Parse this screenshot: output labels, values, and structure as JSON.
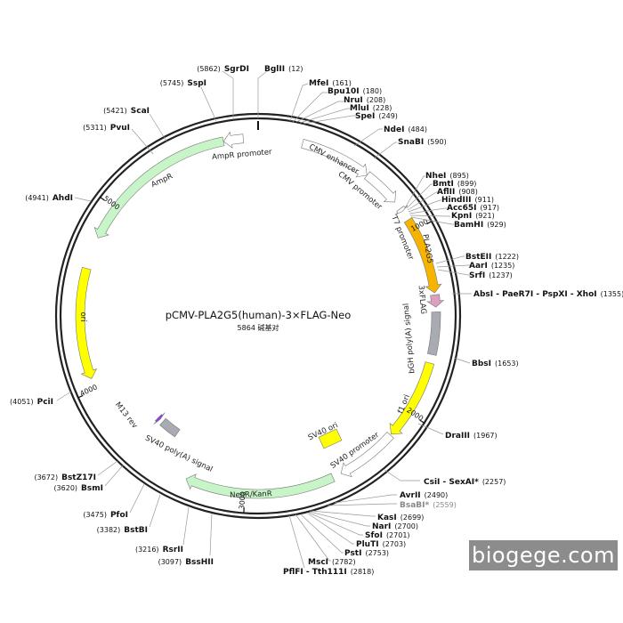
{
  "plasmid": {
    "name": "pCMV-PLA2G5(human)-3×FLAG-Neo",
    "size_text": "5864 碱基对",
    "length": 5864
  },
  "watermark": "biogege.com",
  "ticks": [
    "1000",
    "2000",
    "3000",
    "4000",
    "5000"
  ],
  "features": [
    {
      "name": "CMV enhancer",
      "start": 235,
      "end": 614,
      "dir": "fwd",
      "color": "#ffffff"
    },
    {
      "name": "CMV promoter",
      "start": 615,
      "end": 818,
      "dir": "fwd",
      "color": "#ffffff"
    },
    {
      "name": "T7 promoter",
      "start": 863,
      "end": 881,
      "dir": "fwd",
      "color": "#ffffff"
    },
    {
      "name": "PLA2G5",
      "start": 935,
      "end": 1345,
      "dir": "fwd",
      "color": "#f6b400"
    },
    {
      "name": "3xFLAG",
      "start": 1355,
      "end": 1420,
      "dir": "fwd",
      "color": "#d9a0c0"
    },
    {
      "name": "bGH poly(A) signal",
      "start": 1445,
      "end": 1670,
      "dir": "none",
      "color": "#a8acb2"
    },
    {
      "name": "f1 ori",
      "start": 1716,
      "end": 2144,
      "dir": "fwd",
      "color": "#ffff00"
    },
    {
      "name": "SV40 promoter",
      "start": 2150,
      "end": 2480,
      "dir": "fwd",
      "color": "#ffffff"
    },
    {
      "name": "NeoR/KanR",
      "start": 2527,
      "end": 3321,
      "dir": "fwd",
      "color": "#c8f5c8"
    },
    {
      "name": "SV40 poly(A) signal",
      "start": 3495,
      "end": 3616,
      "dir": "none",
      "color": "#a8acb2"
    },
    {
      "name": "M13 rev",
      "start": 3640,
      "end": 3656,
      "dir": "rev",
      "color": "#9b30ff"
    },
    {
      "name": "ori",
      "start": 4062,
      "end": 4650,
      "dir": "rev",
      "color": "#ffff00"
    },
    {
      "name": "AmpR",
      "start": 4821,
      "end": 5681,
      "dir": "rev",
      "color": "#c8f5c8"
    },
    {
      "name": "AmpR promoter",
      "start": 5682,
      "end": 5786,
      "dir": "rev",
      "color": "#ffffff"
    },
    {
      "name": "SV40 ori",
      "start": 2300,
      "end": 2420,
      "dir": "none",
      "color": "#ffff00"
    }
  ],
  "sites": [
    {
      "name": "BglII",
      "pos": "(12)"
    },
    {
      "name": "SgrDI",
      "pos": "(5862)"
    },
    {
      "name": "SspI",
      "pos": "(5745)"
    },
    {
      "name": "ScaI",
      "pos": "(5421)"
    },
    {
      "name": "PvuI",
      "pos": "(5311)"
    },
    {
      "name": "AhdI",
      "pos": "(4941)"
    },
    {
      "name": "PciI",
      "pos": "(4051)"
    },
    {
      "name": "BstZ17I",
      "pos": "(3672)"
    },
    {
      "name": "BsmI",
      "pos": "(3620)"
    },
    {
      "name": "PfoI",
      "pos": "(3475)"
    },
    {
      "name": "BstBI",
      "pos": "(3382)"
    },
    {
      "name": "RsrII",
      "pos": "(3216)"
    },
    {
      "name": "BssHII",
      "pos": "(3097)"
    },
    {
      "name": "MfeI",
      "pos": "(161)"
    },
    {
      "name": "Bpu10I",
      "pos": "(180)"
    },
    {
      "name": "NruI",
      "pos": "(208)"
    },
    {
      "name": "MluI",
      "pos": "(228)"
    },
    {
      "name": "SpeI",
      "pos": "(249)"
    },
    {
      "name": "NdeI",
      "pos": "(484)"
    },
    {
      "name": "SnaBI",
      "pos": "(590)"
    },
    {
      "name": "NheI",
      "pos": "(895)"
    },
    {
      "name": "BmtI",
      "pos": "(899)"
    },
    {
      "name": "AflII",
      "pos": "(908)"
    },
    {
      "name": "HindIII",
      "pos": "(911)"
    },
    {
      "name": "Acc65I",
      "pos": "(917)"
    },
    {
      "name": "KpnI",
      "pos": "(921)"
    },
    {
      "name": "BamHI",
      "pos": "(929)"
    },
    {
      "name": "BstEII",
      "pos": "(1222)"
    },
    {
      "name": "AarI",
      "pos": "(1235)"
    },
    {
      "name": "SrfI",
      "pos": "(1237)"
    },
    {
      "name": "AbsI - PaeR7I - PspXI - XhoI",
      "pos": "(1355)"
    },
    {
      "name": "BbsI",
      "pos": "(1653)"
    },
    {
      "name": "DraIII",
      "pos": "(1967)"
    },
    {
      "name": "CsiI - SexAI*",
      "pos": "(2257)"
    },
    {
      "name": "AvrII",
      "pos": "(2490)"
    },
    {
      "name": "BsaBI*",
      "pos": "(2559)"
    },
    {
      "name": "KasI",
      "pos": "(2699)"
    },
    {
      "name": "NarI",
      "pos": "(2700)"
    },
    {
      "name": "SfoI",
      "pos": "(2701)"
    },
    {
      "name": "PluTI",
      "pos": "(2703)"
    },
    {
      "name": "PstI",
      "pos": "(2753)"
    },
    {
      "name": "MscI",
      "pos": "(2782)"
    },
    {
      "name": "PflFI - Tth111I",
      "pos": "(2818)"
    }
  ]
}
